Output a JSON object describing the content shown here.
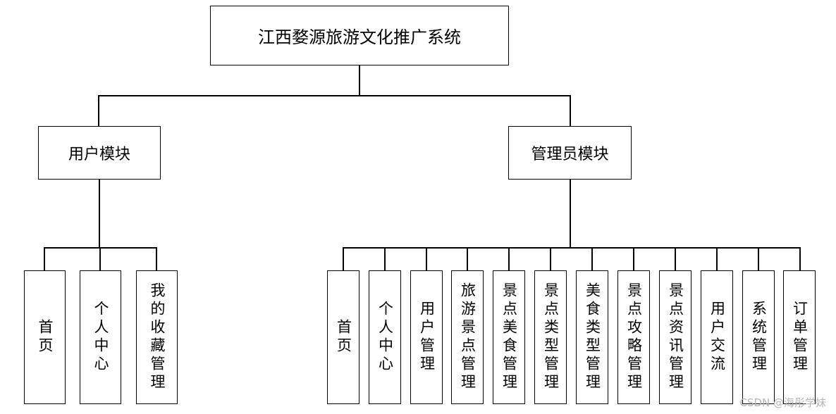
{
  "diagram": {
    "root": {
      "label": "江西婺源旅游文化推广系统"
    },
    "modules": [
      {
        "label": "用户模块",
        "children": [
          "首页",
          "个人中心",
          "我的收藏管理"
        ]
      },
      {
        "label": "管理员模块",
        "children": [
          "首页",
          "个人中心",
          "用户管理",
          "旅游景点管理",
          "景点美食管理",
          "景点类型管理",
          "美食类型管理",
          "景点攻略管理",
          "景点资讯管理",
          "用户交流",
          "系统管理",
          "订单管理"
        ]
      }
    ]
  },
  "watermark": "CSDN @海彤学妹"
}
